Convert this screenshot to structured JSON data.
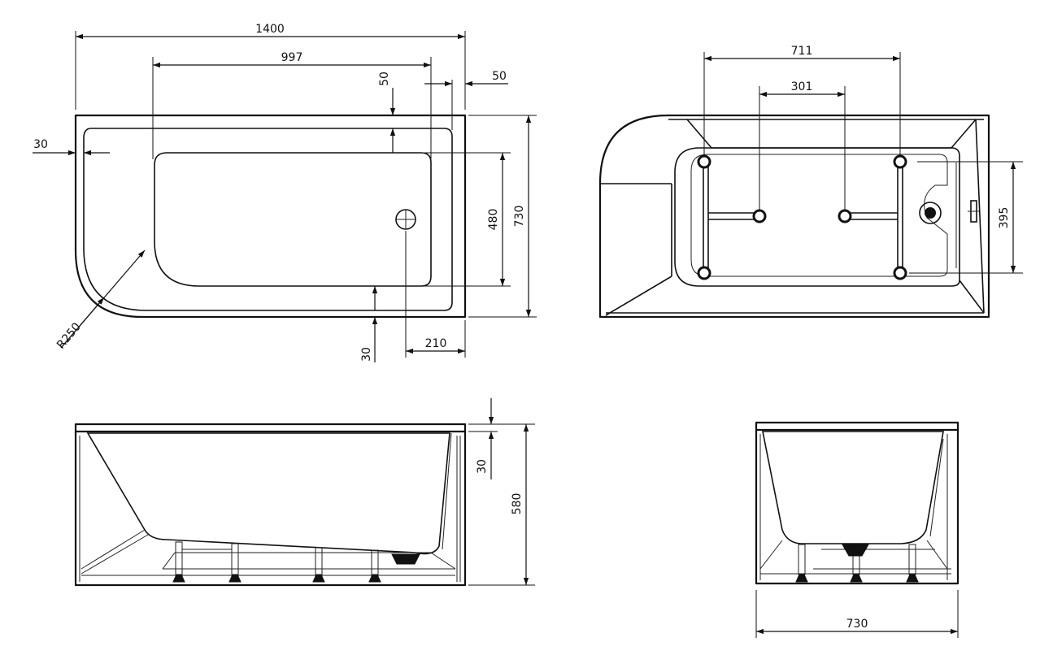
{
  "colors": {
    "line": "#111111",
    "background": "#ffffff"
  },
  "top_view": {
    "overall_length": "1400",
    "inner_length": "997",
    "rim_top": "50",
    "rim_right": "50",
    "rim_left": "30",
    "inner_width": "480",
    "overall_width": "730",
    "corner_radius": "R250",
    "rim_bottom": "30",
    "drain_offset": "210"
  },
  "bottom_view": {
    "outer_leg_span": "711",
    "inner_leg_span": "301",
    "leg_depth": "395"
  },
  "front_elevation": {
    "rim_thickness": "30",
    "height": "580"
  },
  "side_elevation": {
    "width": "730"
  }
}
